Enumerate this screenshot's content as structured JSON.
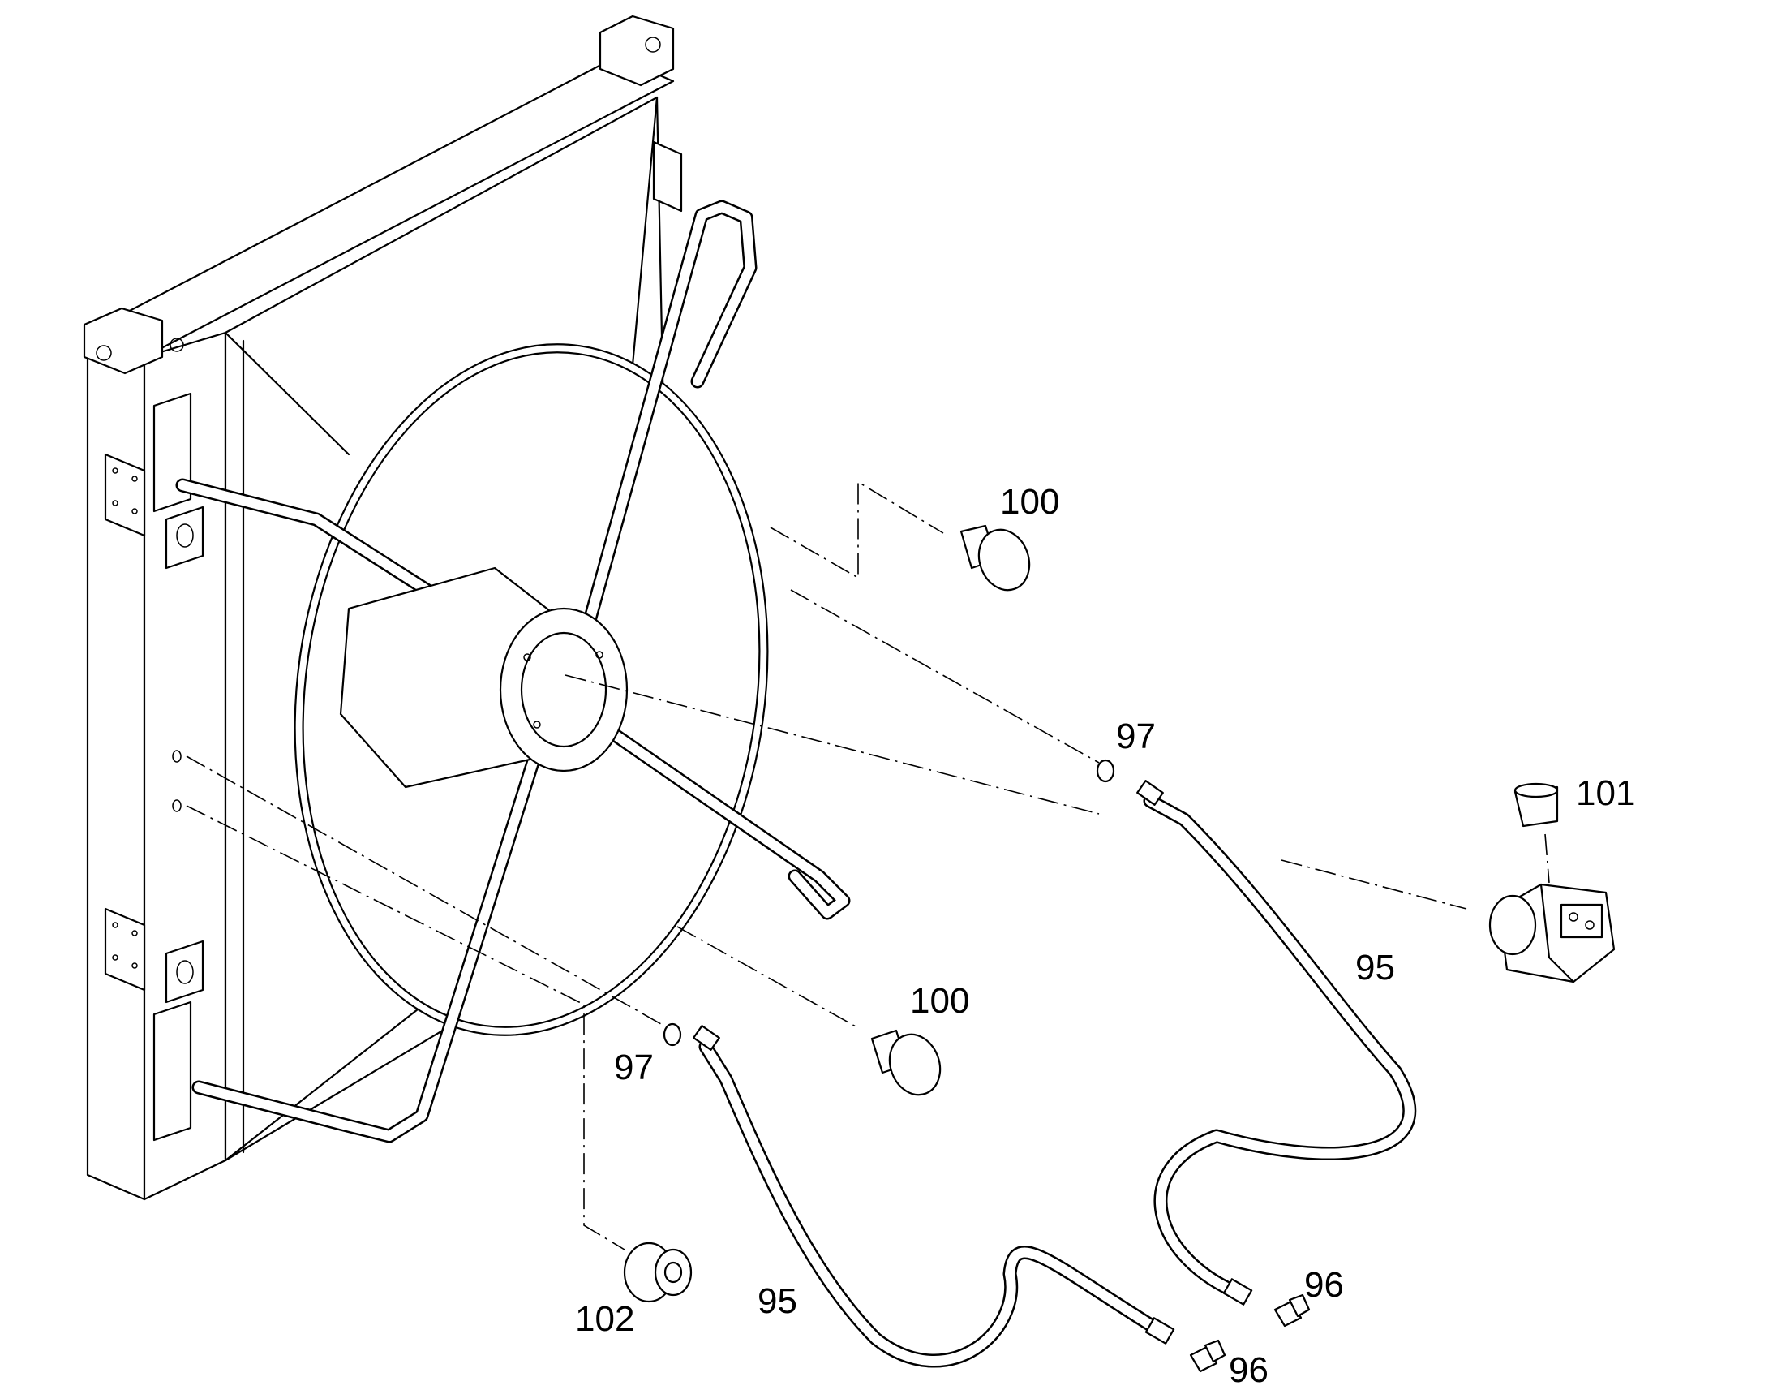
{
  "callouts": {
    "cap_upper": "100",
    "cap_lower": "100",
    "plug_upper": "97",
    "plug_lower": "97",
    "hose_right": "95",
    "hose_left": "95",
    "fitting_right": "96",
    "fitting_left": "96",
    "cap_valve": "101",
    "grommet": "102"
  },
  "colors": {
    "line": "#000000",
    "background": "#ffffff"
  }
}
